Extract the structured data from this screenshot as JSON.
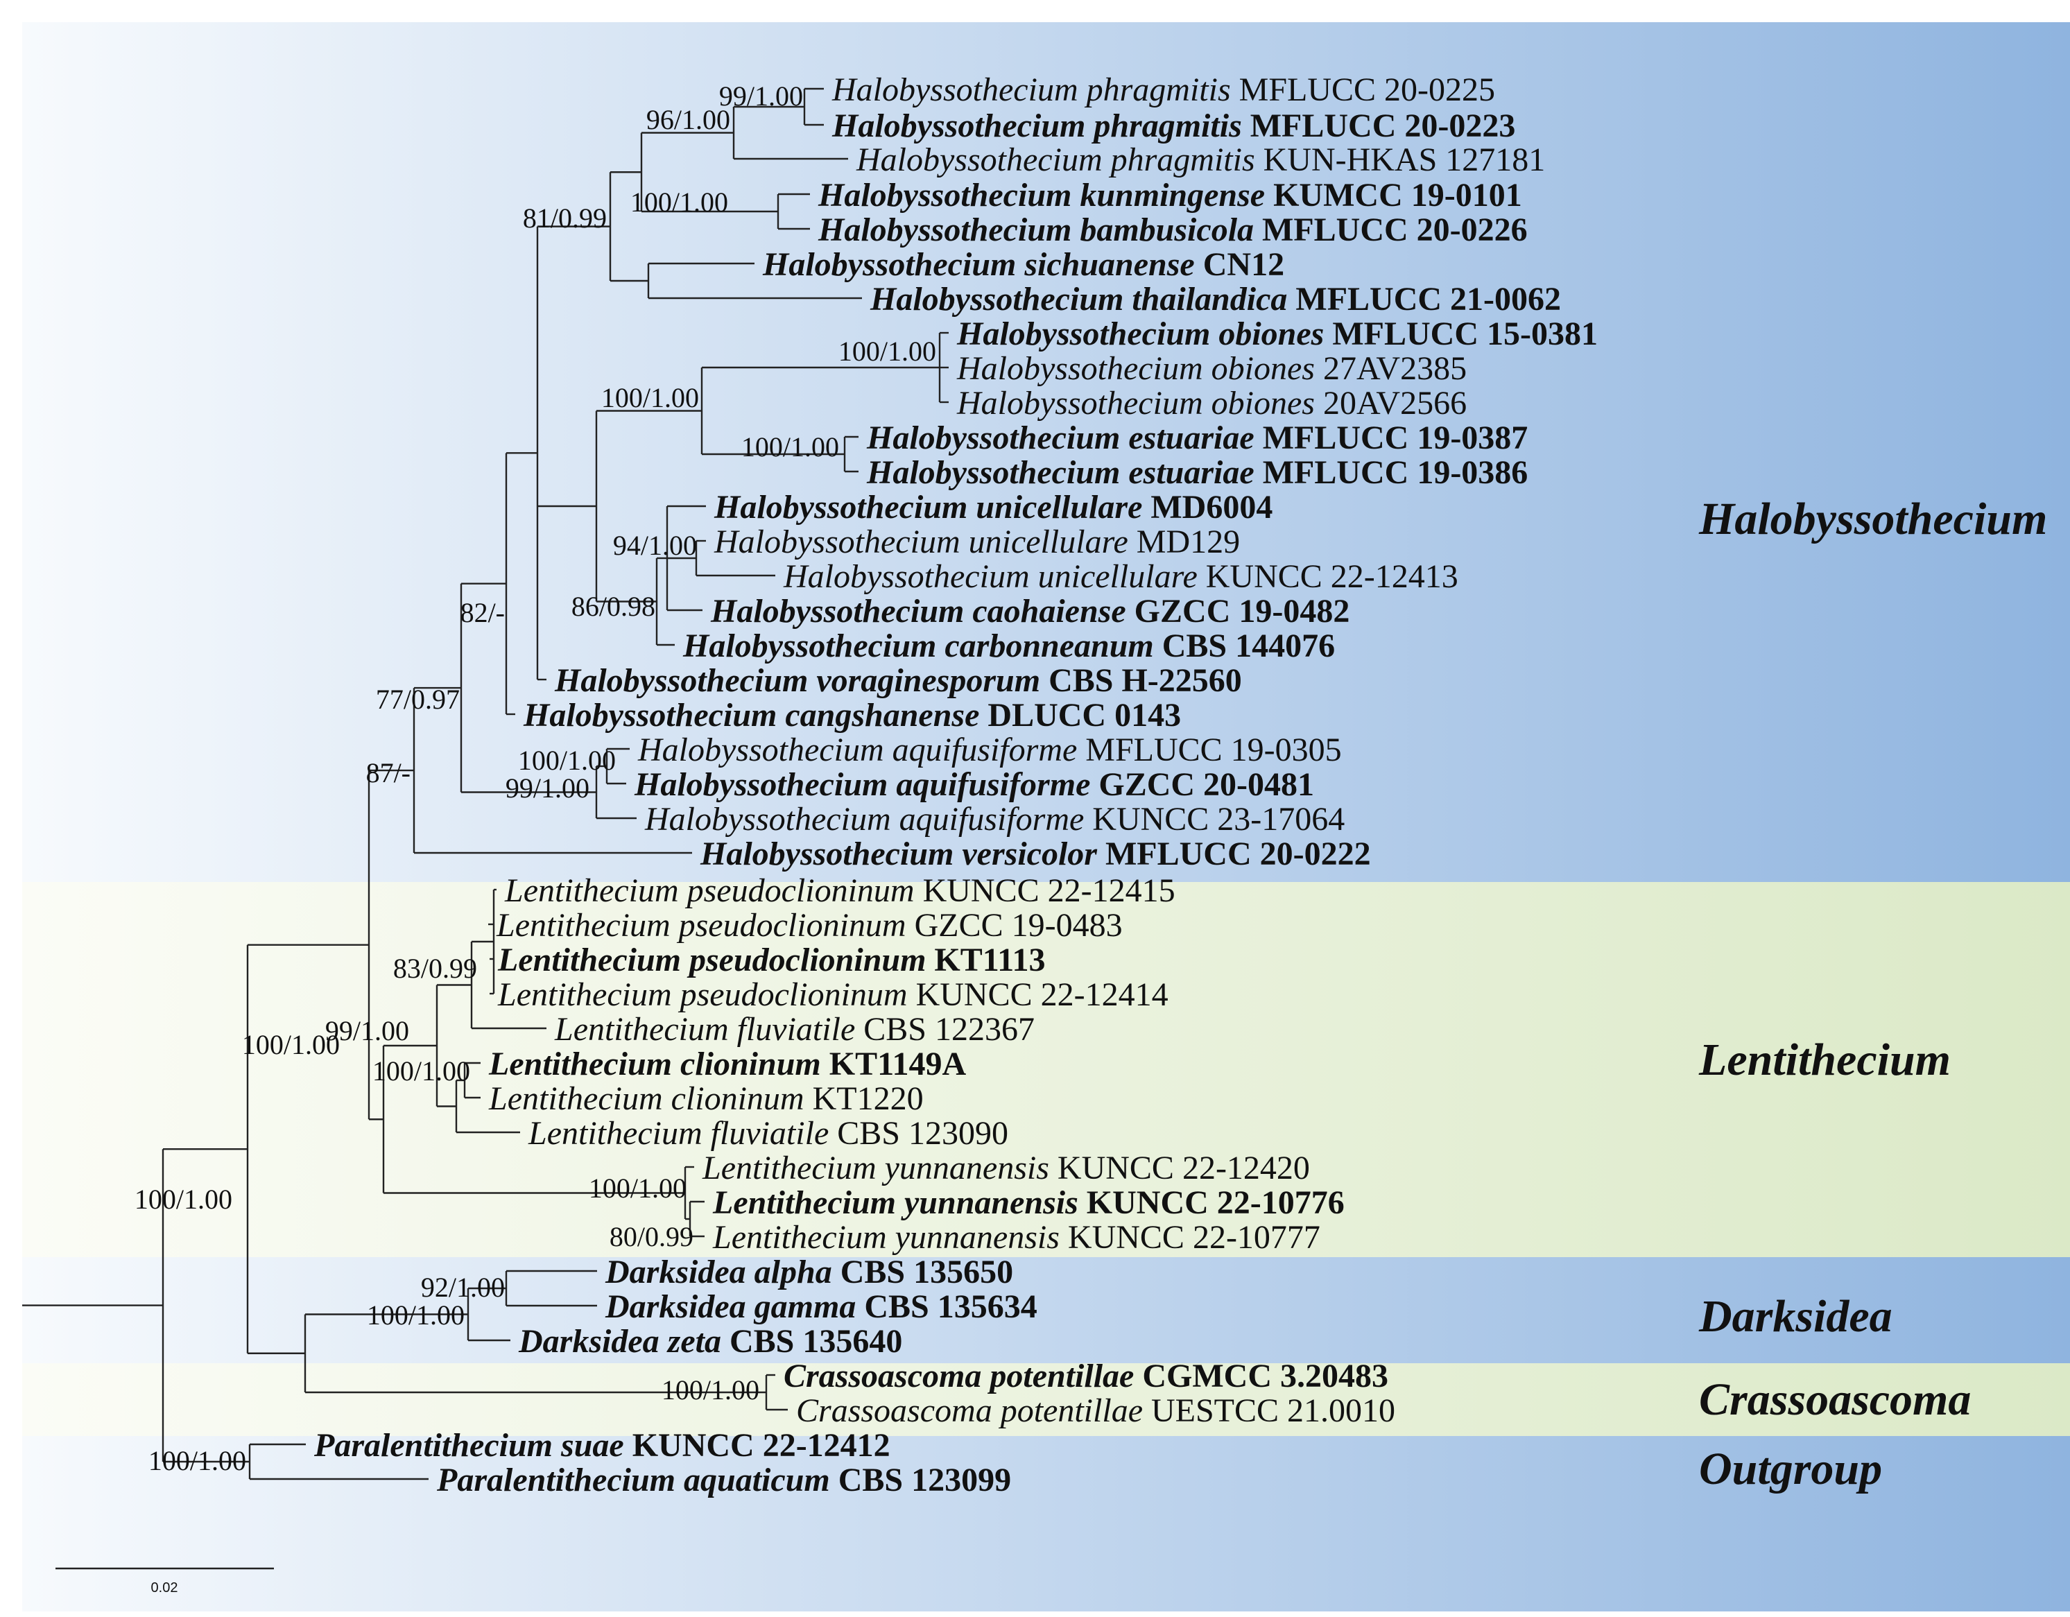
{
  "colors": {
    "band_left": "#f7fafd",
    "band_right": "#8fb4df",
    "lenti_left": "#fbfcf6",
    "lenti_right": "#dbe9c7",
    "highlight": "#e8302c"
  },
  "clades": [
    {
      "label": "Halobyssothecium",
      "style": "blue"
    },
    {
      "label": "Lentithecium",
      "style": "green"
    },
    {
      "label": "Darksidea",
      "style": "blue"
    },
    {
      "label": "Crassoascoma",
      "style": "green"
    },
    {
      "label": "Outgroup",
      "style": "blue"
    }
  ],
  "taxa": [
    {
      "genus": "Halobyssothecium phragmitis",
      "strain": "MFLUCC 20-0225",
      "bold": false
    },
    {
      "genus": "Halobyssothecium phragmitis",
      "strain": "MFLUCC 20-0223",
      "bold": true
    },
    {
      "genus": "Halobyssothecium phragmitis",
      "strain": "KUN-HKAS 127181",
      "bold": false
    },
    {
      "genus": "Halobyssothecium kunmingense",
      "strain": "KUMCC 19-0101",
      "bold": true
    },
    {
      "genus": "Halobyssothecium bambusicola",
      "strain": "MFLUCC 20-0226",
      "bold": true
    },
    {
      "genus": "Halobyssothecium sichuanense",
      "strain": "CN12",
      "bold": true
    },
    {
      "genus": "Halobyssothecium thailandica",
      "strain": "MFLUCC 21-0062",
      "bold": true
    },
    {
      "genus": "Halobyssothecium obiones",
      "strain": "MFLUCC 15-0381",
      "bold": true
    },
    {
      "genus": "Halobyssothecium obiones",
      "strain": "27AV2385",
      "bold": false
    },
    {
      "genus": "Halobyssothecium obiones",
      "strain": "20AV2566",
      "bold": false
    },
    {
      "genus": "Halobyssothecium estuariae",
      "strain": "MFLUCC 19-0387",
      "bold": true
    },
    {
      "genus": "Halobyssothecium estuariae",
      "strain": "MFLUCC 19-0386",
      "bold": true
    },
    {
      "genus": "Halobyssothecium unicellulare",
      "strain": "MD6004",
      "bold": true
    },
    {
      "genus": "Halobyssothecium unicellulare",
      "strain": "MD129",
      "bold": false
    },
    {
      "genus": "Halobyssothecium unicellulare",
      "strain": "KUNCC 22-12413",
      "bold": false
    },
    {
      "genus": "Halobyssothecium caohaiense",
      "strain": "GZCC 19-0482",
      "bold": true
    },
    {
      "genus": "Halobyssothecium carbonneanum",
      "strain": "CBS 144076",
      "bold": true
    },
    {
      "genus": "Halobyssothecium voraginesporum",
      "strain": "CBS H-22560",
      "bold": true
    },
    {
      "genus": "Halobyssothecium cangshanense",
      "strain": "DLUCC 0143",
      "bold": true
    },
    {
      "genus": "Halobyssothecium aquifusiforme",
      "strain": "MFLUCC 19-0305",
      "bold": false
    },
    {
      "genus": "Halobyssothecium aquifusiforme",
      "strain": "GZCC 20-0481",
      "bold": true
    },
    {
      "genus": "Halobyssothecium aquifusiforme",
      "strain": "KUNCC 23-17064",
      "bold": false,
      "highlight": true
    },
    {
      "genus": "Halobyssothecium versicolor",
      "strain": "MFLUCC 20-0222",
      "bold": true
    },
    {
      "genus": "Lentithecium pseudoclioninum",
      "strain": "KUNCC 22-12415",
      "bold": false
    },
    {
      "genus": "Lentithecium pseudoclioninum",
      "strain": "GZCC 19-0483",
      "bold": false
    },
    {
      "genus": "Lentithecium pseudoclioninum",
      "strain": "KT1113",
      "bold": true
    },
    {
      "genus": "Lentithecium pseudoclioninum",
      "strain": "KUNCC 22-12414",
      "bold": false
    },
    {
      "genus": "Lentithecium fluviatile",
      "strain": "CBS 122367",
      "bold": false
    },
    {
      "genus": "Lentithecium clioninum",
      "strain": "KT1149A",
      "bold": true
    },
    {
      "genus": "Lentithecium clioninum",
      "strain": "KT1220",
      "bold": false
    },
    {
      "genus": "Lentithecium fluviatile",
      "strain": "CBS 123090",
      "bold": false
    },
    {
      "genus": "Lentithecium yunnanensis",
      "strain": "KUNCC 22-12420",
      "bold": false
    },
    {
      "genus": "Lentithecium yunnanensis",
      "strain": "KUNCC 22-10776",
      "bold": true
    },
    {
      "genus": "Lentithecium yunnanensis",
      "strain": "KUNCC 22-10777",
      "bold": false
    },
    {
      "genus": "Darksidea alpha",
      "strain": "CBS 135650",
      "bold": true
    },
    {
      "genus": "Darksidea gamma",
      "strain": "CBS 135634",
      "bold": true
    },
    {
      "genus": "Darksidea zeta",
      "strain": "CBS 135640",
      "bold": true
    },
    {
      "genus": "Crassoascoma potentillae",
      "strain": "CGMCC 3.20483",
      "bold": true
    },
    {
      "genus": "Crassoascoma potentillae",
      "strain": "UESTCC 21.0010",
      "bold": false
    },
    {
      "genus": "Paralentithecium suae",
      "strain": "KUNCC 22-12412",
      "bold": true
    },
    {
      "genus": "Paralentithecium aquaticum",
      "strain": "CBS 123099",
      "bold": true
    }
  ],
  "supports": [
    "99/1.00",
    "96/1.00",
    "100/1.00",
    "81/0.99",
    "100/1.00",
    "100/1.00",
    "100/1.00",
    "94/1.00",
    "86/0.98",
    "82/-",
    "77/0.97",
    "100/1.00",
    "99/1.00",
    "87/-",
    "83/0.99",
    "99/1.00",
    "100/1.00",
    "100/1.00",
    "100/1.00",
    "80/0.99",
    "100/1.00",
    "92/1.00",
    "100/1.00",
    "100/1.00",
    "100/1.00"
  ],
  "scale_bar": {
    "label": "0.02"
  }
}
